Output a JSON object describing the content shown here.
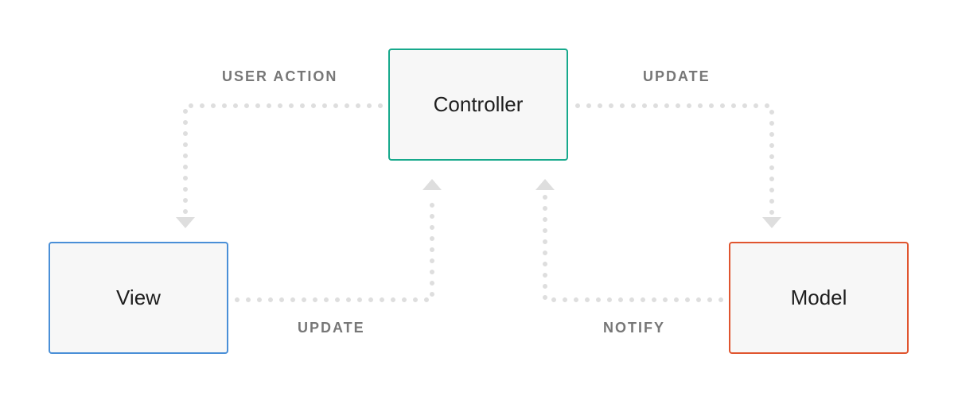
{
  "diagram": {
    "nodes": {
      "controller": {
        "label": "Controller",
        "border_color": "#17a98c"
      },
      "view": {
        "label": "View",
        "border_color": "#4a8fd7"
      },
      "model": {
        "label": "Model",
        "border_color": "#e0552f"
      }
    },
    "edges": {
      "controller_to_view": {
        "label": "USER ACTION",
        "from": "Controller",
        "to": "View"
      },
      "controller_to_model": {
        "label": "UPDATE",
        "from": "Controller",
        "to": "Model"
      },
      "view_to_controller": {
        "label": "UPDATE",
        "from": "View",
        "to": "Controller"
      },
      "model_to_controller": {
        "label": "NOTIFY",
        "from": "Model",
        "to": "Controller"
      }
    },
    "connector_color": "#dedede",
    "label_color": "#777777"
  }
}
